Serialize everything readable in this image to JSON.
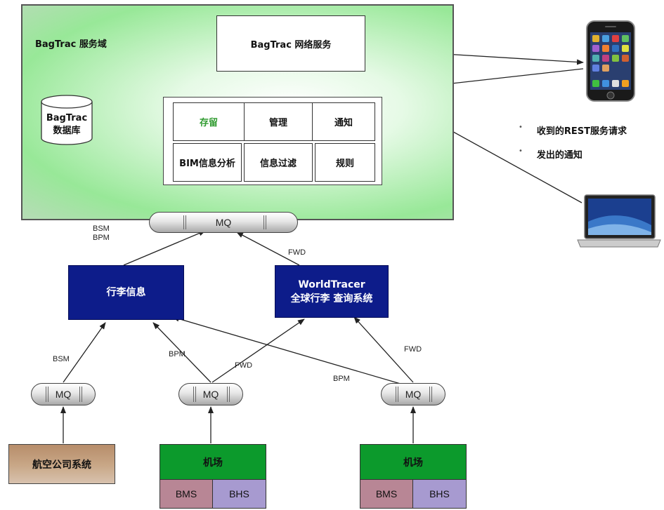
{
  "domain_box": {
    "title": "BagTrac 服务域"
  },
  "web_service": {
    "label": "BagTrac 网络服务"
  },
  "database": {
    "line1": "BagTrac",
    "line2": "数据库"
  },
  "modules": {
    "storage": "存留",
    "management": "管理",
    "notify": "通知",
    "bim": "BIM信息分析",
    "filter": "信息过滤",
    "rules": "规则"
  },
  "mq_label": "MQ",
  "labels": {
    "bsm_bpm_1": "BSM",
    "bsm_bpm_2": "BPM",
    "fwd_top": "FWD",
    "bsm_left": "BSM",
    "bpm_mid": "BPM",
    "fwd_mid": "FWD",
    "bpm_right": "BPM",
    "fwd_right": "FWD"
  },
  "baggage_info": {
    "label": "行李信息"
  },
  "worldtracer": {
    "line1": "WorldTracer",
    "line2": "全球行李 查询系统"
  },
  "airline_system": {
    "label": "航空公司系统"
  },
  "airport1": {
    "label": "机场",
    "bms": "BMS",
    "bhs": "BHS"
  },
  "airport2": {
    "label": "机场",
    "bms": "BMS",
    "bhs": "BHS"
  },
  "bullets": [
    "收到的REST服务请求",
    "发出的通知"
  ],
  "bullet_char": "•",
  "colors": {
    "navy": "#0d1c8a",
    "green": "#0c9a2c",
    "storage_text": "#2e9a2e"
  }
}
